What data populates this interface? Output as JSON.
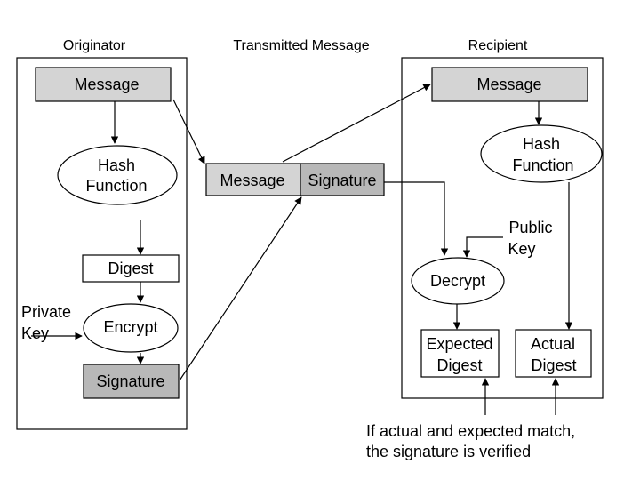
{
  "headers": {
    "originator": "Originator",
    "transmitted": "Transmitted Message",
    "recipient": "Recipient"
  },
  "originator": {
    "message": "Message",
    "hash_function": [
      "Hash",
      "Function"
    ],
    "digest": "Digest",
    "private_key": [
      "Private",
      "Key"
    ],
    "encrypt": "Encrypt",
    "signature": "Signature"
  },
  "transmitted": {
    "message": "Message",
    "signature": "Signature"
  },
  "recipient": {
    "message": "Message",
    "hash_function": [
      "Hash",
      "Function"
    ],
    "public_key": [
      "Public",
      "Key"
    ],
    "decrypt": "Decrypt",
    "expected_digest": [
      "Expected",
      "Digest"
    ],
    "actual_digest": [
      "Actual",
      "Digest"
    ]
  },
  "note": [
    "If actual and expected match,",
    "the signature is verified"
  ]
}
